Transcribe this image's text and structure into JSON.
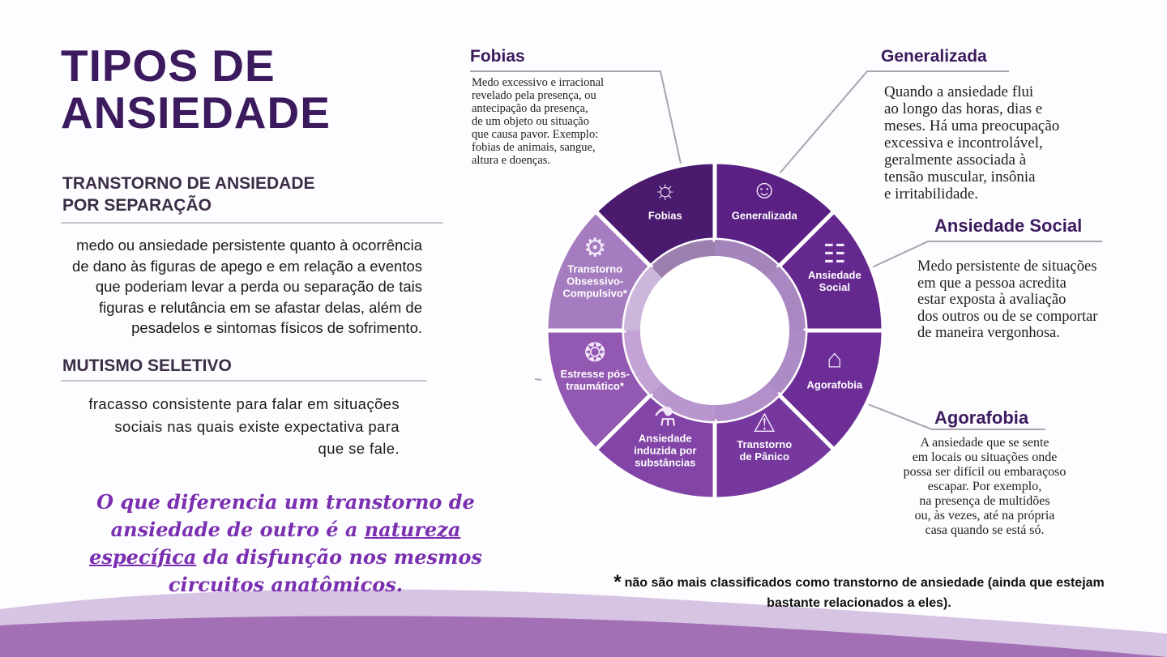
{
  "title": [
    "TIPOS DE",
    "ANSIEDADE"
  ],
  "sections": [
    {
      "heading": [
        "TRANSTORNO DE ANSIEDADE",
        "POR SEPARAÇÃO"
      ],
      "body": [
        "medo ou ansiedade persistente quanto à ocorrência",
        "de dano às figuras de apego e em relação a eventos",
        "que poderiam levar a perda ou separação de tais",
        "figuras e relutância em se afastar delas, além de",
        "pesadelos e sintomas físicos de sofrimento."
      ]
    },
    {
      "heading": [
        "MUTISMO SELETIVO"
      ],
      "body": [
        "fracasso consistente para falar em situações",
        "sociais nas quais existe expectativa para",
        "que se fale."
      ]
    }
  ],
  "quote": {
    "before": "O que diferencia um transtorno de ansiedade de outro é a ",
    "underlined": "natureza específica",
    "after": " da disfunção nos mesmos circuitos anatômicos."
  },
  "categories": [
    {
      "title": "Fobias",
      "desc": [
        "Medo excessivo e irracional",
        "revelado pela presença, ou",
        "antecipação da presença,",
        "de um objeto ou situação",
        "que causa pavor. Exemplo:",
        "fobias de animais, sangue,",
        "altura e doenças."
      ]
    },
    {
      "title": "Generalizada",
      "desc": [
        "Quando a ansiedade flui",
        "ao longo das horas, dias e",
        "meses. Há uma preocupação",
        "excessiva e incontrolável,",
        "geralmente associada à",
        "tensão muscular, insônia",
        "e irritabilidade."
      ]
    },
    {
      "title": "Ansiedade Social",
      "desc": [
        "Medo persistente de situações",
        "em que a pessoa acredita",
        "estar exposta à avaliação",
        "dos outros ou de se comportar",
        "de maneira vergonhosa."
      ]
    },
    {
      "title": "Agorafobia",
      "desc": [
        "A ansiedade que se sente",
        "em locais ou situações onde",
        "possa ser difícil ou embaraçoso",
        "escapar. Por exemplo,",
        "na presença de multidões",
        "ou, às vezes, até na própria",
        "casa quando se está só."
      ]
    }
  ],
  "wheel": [
    {
      "label": [
        "Fobias"
      ],
      "icon": "fear-face-icon",
      "color": "#4a1a6e"
    },
    {
      "label": [
        "Generalizada"
      ],
      "icon": "worried-face-icon",
      "color": "#5a2083"
    },
    {
      "label": [
        "Ansiedade",
        "Social"
      ],
      "icon": "people-chat-icon",
      "color": "#65288f"
    },
    {
      "label": [
        "Agorafobia"
      ],
      "icon": "house-crowd-icon",
      "color": "#6c2d96"
    },
    {
      "label": [
        "Transtorno",
        "de Pânico"
      ],
      "icon": "warning-icon",
      "color": "#76379e"
    },
    {
      "label": [
        "Ansiedade",
        "induzida por",
        "substâncias"
      ],
      "icon": "flask-icon",
      "color": "#8244a6"
    },
    {
      "label": [
        "Estresse pós-",
        "traumático*"
      ],
      "icon": "head-brain-icon",
      "color": "#9358b2"
    },
    {
      "label": [
        "Transtorno",
        "Obsessivo-",
        "Compulsivo*"
      ],
      "icon": "head-gear-icon",
      "color": "#a47cbf"
    }
  ],
  "footnote": {
    "star": "*",
    "text": [
      "não são mais classificados como transtorno de ansiedade (ainda que estejam",
      "bastante relacionados a eles)."
    ]
  },
  "colors": {
    "title": "#3b1a5e",
    "quote": "#7a2fb0",
    "wave_light": "#d6c4e2",
    "wave_dark": "#a370b6"
  }
}
